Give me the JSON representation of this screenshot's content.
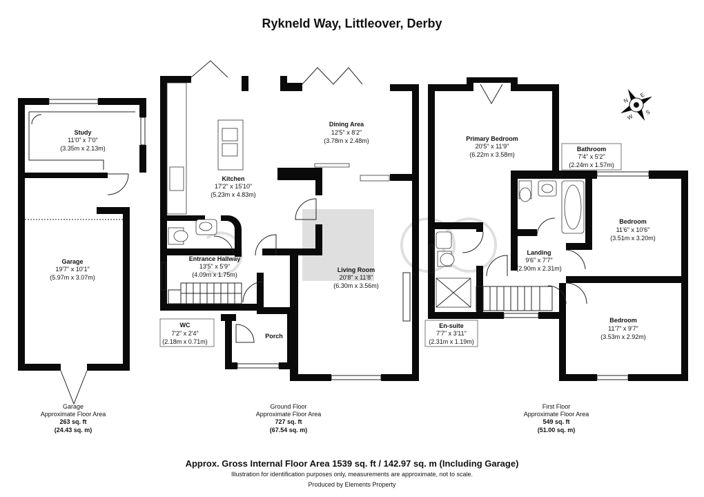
{
  "title": "Rykneld Way, Littleover, Derby",
  "rooms": {
    "study": {
      "name": "Study",
      "imperial": "11'0\" x 7'0\"",
      "metric": "(3.35m x 2.13m)"
    },
    "garage": {
      "name": "Garage",
      "imperial": "19'7\" x 10'1\"",
      "metric": "(5.97m x 3.07m)"
    },
    "kitchen": {
      "name": "Kitchen",
      "imperial": "17'2\" x 15'10\"",
      "metric": "(5.23m x 4.83m)"
    },
    "dining": {
      "name": "Dining Area",
      "imperial": "12'5\" x 8'2\"",
      "metric": "(3.78m x 2.48m)"
    },
    "hallway": {
      "name": "Entrance Hallway",
      "imperial": "13'5\" x 5'9\"",
      "metric": "(4.09m x 1.75m)"
    },
    "living": {
      "name": "Living Room",
      "imperial": "20'8\" x 11'8\"",
      "metric": "(6.30m x 3.56m)"
    },
    "wc": {
      "name": "WC",
      "imperial": "7'2\" x 2'4\"",
      "metric": "(2.18m x 0.71m)"
    },
    "porch": {
      "name": "Porch"
    },
    "primary": {
      "name": "Primary Bedroom",
      "imperial": "20'5\" x 11'9\"",
      "metric": "(6.22m x 3.58m)"
    },
    "bathroom": {
      "name": "Bathroom",
      "imperial": "7'4\" x 5'2\"",
      "metric": "(2.24m x 1.57m)"
    },
    "bedroom2": {
      "name": "Bedroom",
      "imperial": "11'6\" x 10'6\"",
      "metric": "(3.51m x 3.20m)"
    },
    "landing": {
      "name": "Landing",
      "imperial": "9'6\" x 7'7\"",
      "metric": "(2.90m x 2.31m)"
    },
    "ensuite": {
      "name": "En-suite",
      "imperial": "7'7\" x 3'11\"",
      "metric": "(2.31m x 1.19m)"
    },
    "bedroom3": {
      "name": "Bedroom",
      "imperial": "11'7\" x 9'7\"",
      "metric": "(3.53m x 2.92m)"
    }
  },
  "floors": {
    "garage": {
      "name": "Garage",
      "label": "Approximate Floor Area",
      "sqft": "263 sq. ft",
      "sqm": "(24.43 sq. m)"
    },
    "ground": {
      "name": "Ground Floor",
      "label": "Approximate Floor Area",
      "sqft": "727 sq. ft",
      "sqm": "(67.54 sq. m)"
    },
    "first": {
      "name": "First Floor",
      "label": "Approximate Floor Area",
      "sqft": "549 sq. ft",
      "sqm": "(51.00 sq. m)"
    }
  },
  "compass": {
    "n": "N",
    "s": "S",
    "e": "E",
    "w": "W"
  },
  "gross_area": "Approx. Gross Internal Floor Area 1539 sq. ft / 142.97 sq. m (Including Garage)",
  "disclaimer": "Illustration for identification purposes only, measurements are approximate, not to scale.",
  "producer": "Produced by Elements Property"
}
